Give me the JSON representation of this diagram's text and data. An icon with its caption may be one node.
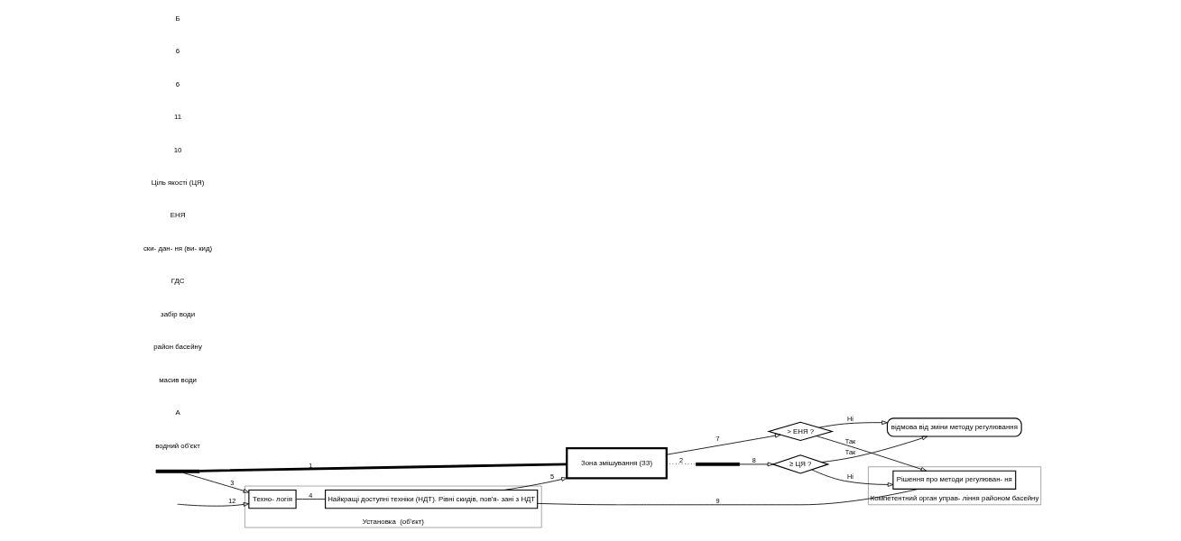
{
  "diagram": {
    "nodes": [
      {
        "text": [
          "Установка  (об'єкт)"
        ]
      },
      {
        "text": [
          "Техно- логія"
        ],
        "in": 0
      },
      {
        "text": [
          "Найкращі доступні техніки (НДТ). Рівні скидів, пов'я- зані з НДТ"
        ],
        "in": 0
      },
      {
        "text": [
          "Зона змішування (ЗЗ)"
        ]
      },
      {
        "text": [
          "> ЕНЯ ?"
        ]
      },
      {
        "text": [
          "≥ ЦЯ ?"
        ]
      },
      {
        "text": [
          "відмова від зміни методу регулювання"
        ]
      },
      {
        "text": [
          "Компетентний орган управ- ління районом басейну"
        ]
      },
      {
        "text": [
          "Рішення про методи регулюван- ня"
        ],
        "in": 7
      },
      {
        "text": [],
        "shape": "bar"
      },
      {
        "text": [],
        "shape": "bar"
      }
    ],
    "edges": [
      {
        "from": 9,
        "to": 1,
        "arrow": "to",
        "label": "3"
      },
      {
        "from": null,
        "to": 1,
        "arrow": "to",
        "label": "12"
      },
      {
        "from": 1,
        "to": 2,
        "arrow": "none",
        "label": "4"
      },
      {
        "from": 2,
        "to": 3,
        "arrow": "to",
        "label": "5"
      },
      {
        "from": 9,
        "to": 3,
        "arrow": "none",
        "label": "1",
        "style": "thick"
      },
      {
        "from": 3,
        "to": 10,
        "arrow": "none",
        "label": "2",
        "style": "dashed"
      },
      {
        "from": 3,
        "to": 4,
        "arrow": "to",
        "label": "7"
      },
      {
        "from": 10,
        "to": 5,
        "arrow": "to",
        "label": "8"
      },
      {
        "from": 4,
        "to": 6,
        "arrow": "to",
        "label": "Ні"
      },
      {
        "from": 4,
        "to": 8,
        "arrow": "to",
        "label": "Так"
      },
      {
        "from": 5,
        "to": 6,
        "arrow": "to",
        "label": "Так"
      },
      {
        "from": 5,
        "to": 8,
        "arrow": "to",
        "label": "Ні"
      },
      {
        "from": 2,
        "to": 8,
        "arrow": "none",
        "label": "9"
      }
    ],
    "labels": [
      "водний об'єкт",
      "А",
      "масив води",
      "район басейну",
      "забір води",
      "ГДС",
      "ски- дан- ня (ви- кид)",
      "ЕНЯ",
      "Ціль якості (ЦЯ)",
      "10",
      "11",
      "6",
      "6",
      "Б"
    ]
  }
}
